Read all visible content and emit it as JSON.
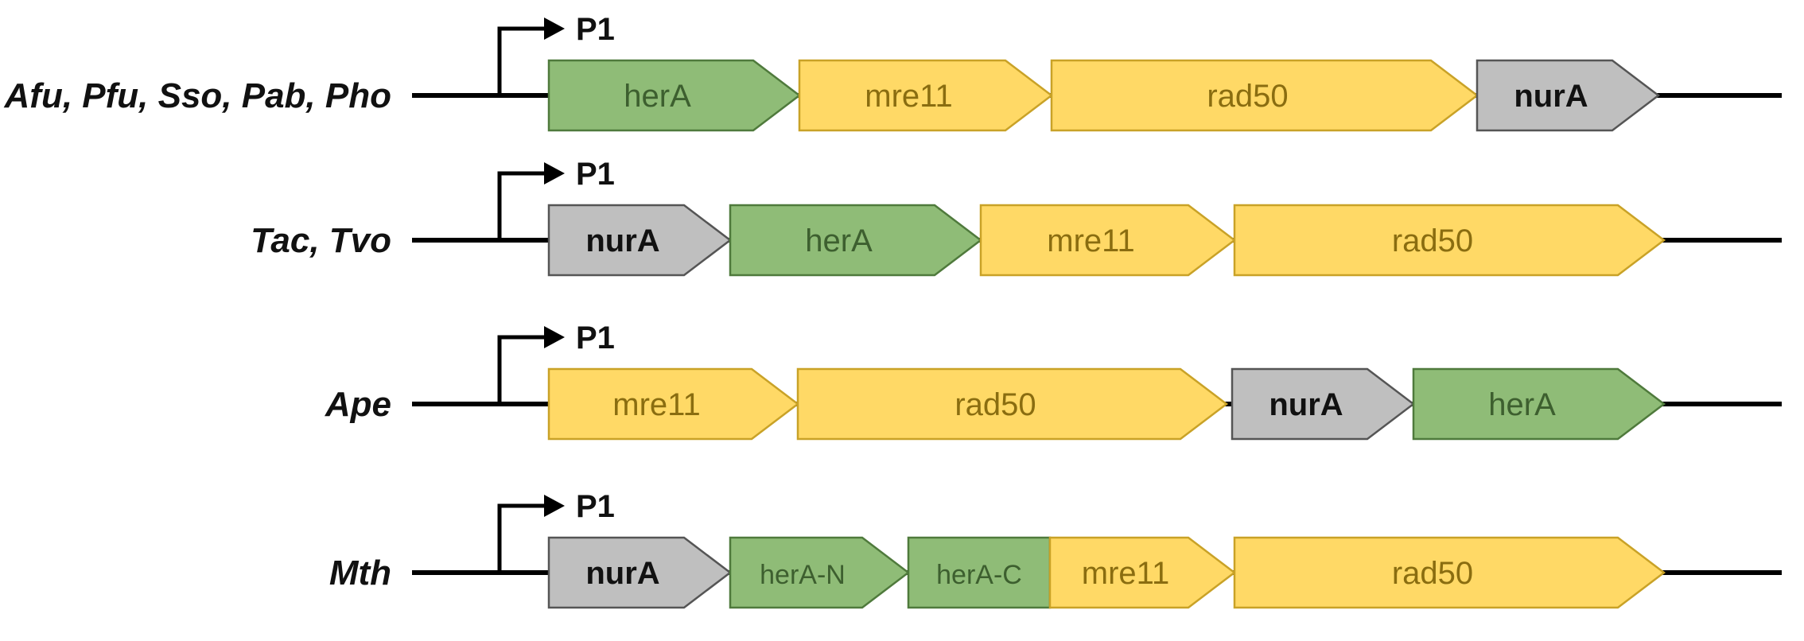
{
  "operons": [
    {
      "organisms": "Afu, Pfu, Sso, Pab, Pho",
      "promoter": "P1",
      "genes": [
        {
          "name": "herA",
          "type": "herA"
        },
        {
          "name": "mre11",
          "type": "mre11"
        },
        {
          "name": "rad50",
          "type": "rad50"
        },
        {
          "name": "nurA",
          "type": "nurA"
        }
      ]
    },
    {
      "organisms": "Tac, Tvo",
      "promoter": "P1",
      "genes": [
        {
          "name": "nurA",
          "type": "nurA"
        },
        {
          "name": "herA",
          "type": "herA"
        },
        {
          "name": "mre11",
          "type": "mre11"
        },
        {
          "name": "rad50",
          "type": "rad50"
        }
      ]
    },
    {
      "organisms": "Ape",
      "promoter": "P1",
      "genes": [
        {
          "name": "mre11",
          "type": "mre11"
        },
        {
          "name": "rad50",
          "type": "rad50"
        },
        {
          "name": "nurA",
          "type": "nurA"
        },
        {
          "name": "herA",
          "type": "herA"
        }
      ]
    },
    {
      "organisms": "Mth",
      "promoter": "P1",
      "genes": [
        {
          "name": "nurA",
          "type": "nurA"
        },
        {
          "name": "herA-N",
          "type": "herA"
        },
        {
          "name": "herA-C",
          "type": "herA"
        },
        {
          "name": "mre11",
          "type": "mre11"
        },
        {
          "name": "rad50",
          "type": "rad50"
        }
      ]
    }
  ],
  "gene_colors": {
    "herA": {
      "fill": "#8fbc77",
      "stroke": "#4f7a3c",
      "text": "#3d5f2f"
    },
    "mre11": {
      "fill": "#ffd966",
      "stroke": "#c9a227",
      "text": "#8a6d10"
    },
    "rad50": {
      "fill": "#ffd966",
      "stroke": "#c9a227",
      "text": "#8a6d10"
    },
    "nurA": {
      "fill": "#bfbfbf",
      "stroke": "#555555",
      "text": "#111111"
    }
  }
}
